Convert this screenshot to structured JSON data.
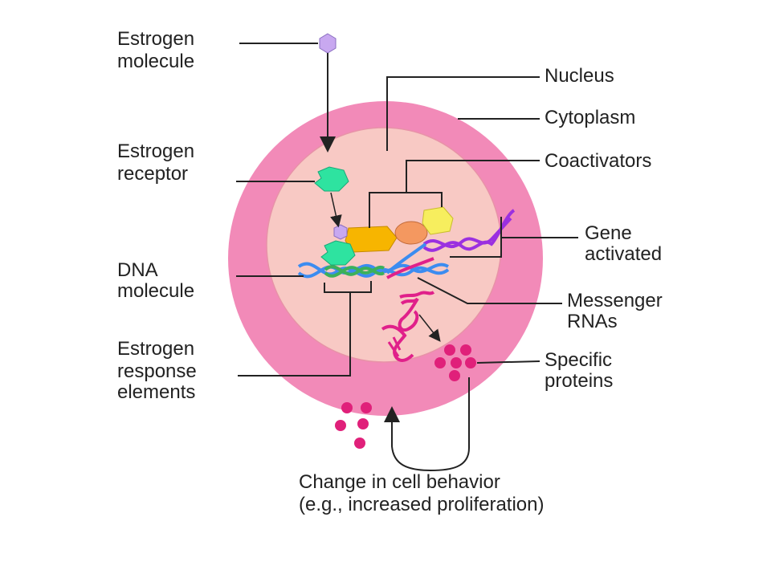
{
  "labels": {
    "estrogen_molecule": [
      "Estrogen",
      "molecule"
    ],
    "nucleus": "Nucleus",
    "cytoplasm": "Cytoplasm",
    "estrogen_receptor": [
      "Estrogen",
      "receptor"
    ],
    "coactivators": "Coactivators",
    "gene_activated": [
      "Gene",
      "activated"
    ],
    "dna_molecule": [
      "DNA",
      "molecule"
    ],
    "messenger_rnas": [
      "Messenger",
      "RNAs"
    ],
    "estrogen_response_elements": [
      "Estrogen",
      "response",
      "elements"
    ],
    "specific_proteins": [
      "Specific",
      "proteins"
    ],
    "change_in_behavior": [
      "Change in cell behavior",
      "(e.g., increased proliferation)"
    ]
  },
  "colors": {
    "cytoplasm": "#f28ab8",
    "nucleus": "#f8c9c4",
    "estrogen": "#c8a8f0",
    "receptor": "#2ee3a0",
    "coactivator_orange": "#f7b500",
    "coactivator_salmon": "#f49860",
    "coactivator_yellow": "#f7ee5e",
    "dna_blue": "#3c8cf0",
    "dna_green": "#3cb05a",
    "dna_purple": "#9b30e0",
    "mrna": "#e0208a",
    "protein": "#e0207a",
    "line": "#222222"
  }
}
